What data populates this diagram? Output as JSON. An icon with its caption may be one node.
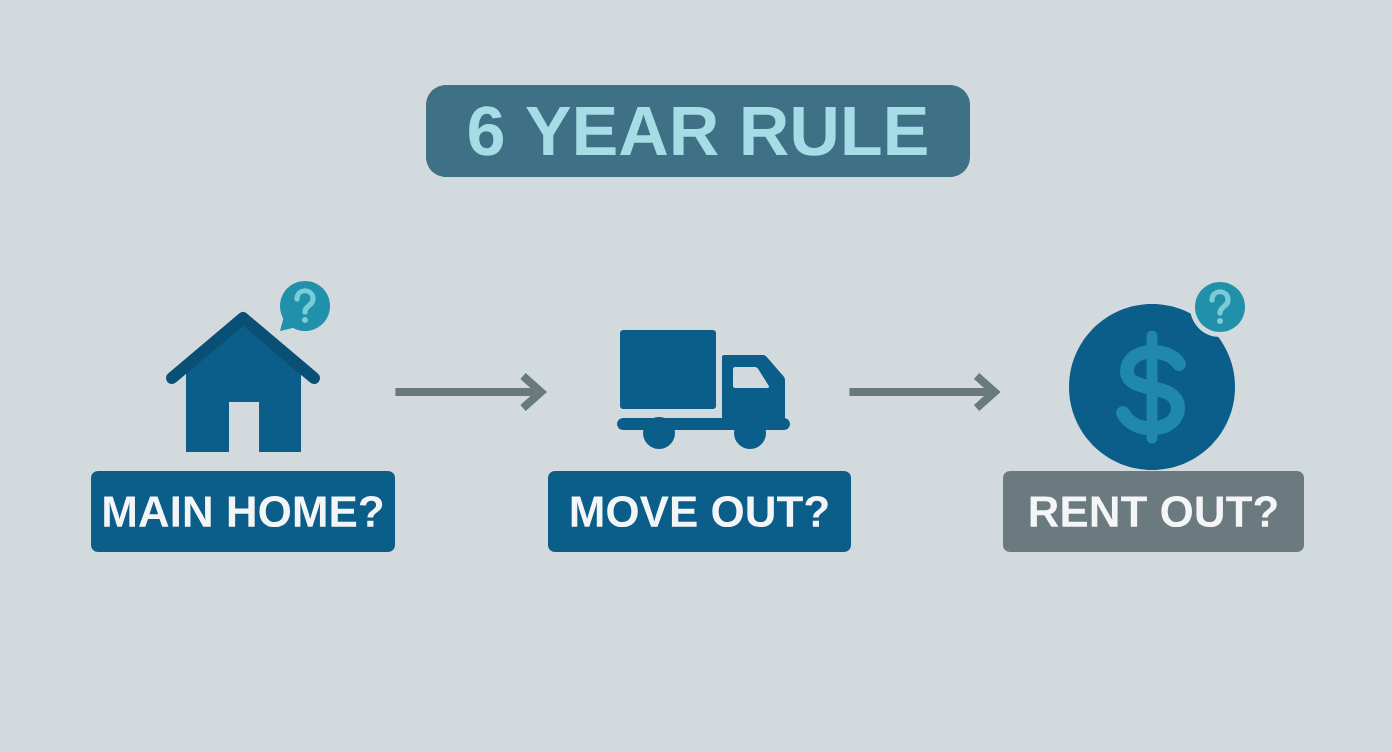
{
  "diagram": {
    "title": "6 YEAR RULE",
    "nodes": [
      {
        "text": [
          "MAIN HOME?"
        ]
      },
      {
        "text": [
          "MOVE OUT?"
        ]
      },
      {
        "text": [
          "RENT OUT?"
        ]
      }
    ],
    "edges": [
      {
        "from": 0,
        "to": 1,
        "arrow": "to"
      },
      {
        "from": 1,
        "to": 2,
        "arrow": "to"
      }
    ]
  }
}
